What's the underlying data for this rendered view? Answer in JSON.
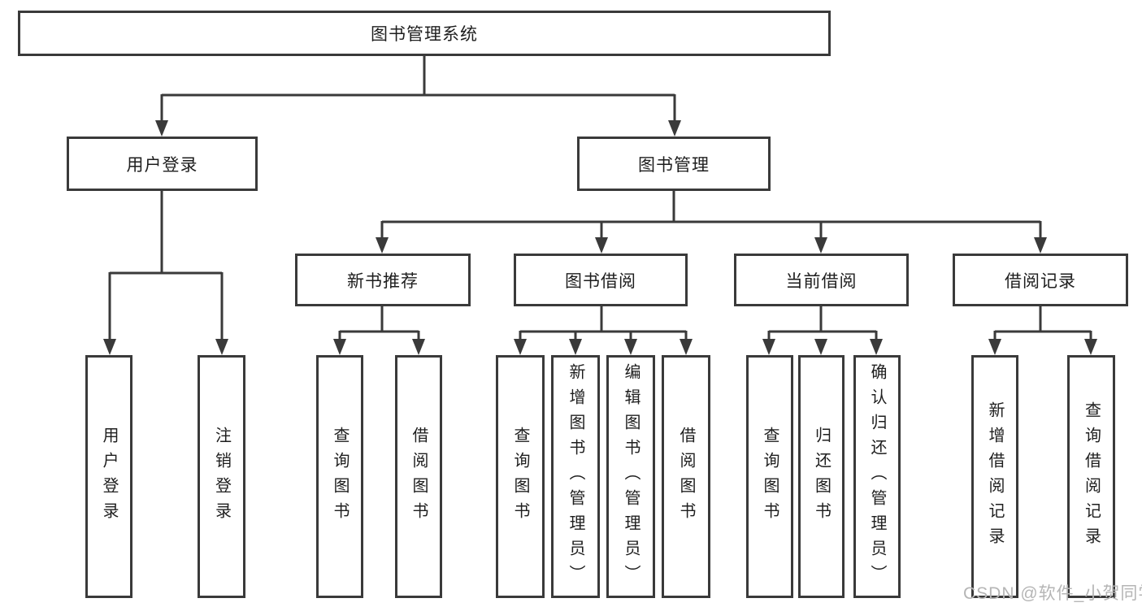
{
  "diagram": {
    "tree": {
      "root": {
        "label": "图书管理系统"
      },
      "children": [
        {
          "label": "用户登录",
          "children": [
            {
              "label": "用户登录"
            },
            {
              "label": "注销登录"
            }
          ]
        },
        {
          "label": "图书管理",
          "children": [
            {
              "label": "新书推荐",
              "children": [
                {
                  "label": "查询图书"
                },
                {
                  "label": "借阅图书"
                }
              ]
            },
            {
              "label": "图书借阅",
              "children": [
                {
                  "label": "查询图书"
                },
                {
                  "label": "新增图书（管理员）"
                },
                {
                  "label": "编辑图书（管理员）"
                },
                {
                  "label": "借阅图书"
                }
              ]
            },
            {
              "label": "当前借阅",
              "children": [
                {
                  "label": "查询图书"
                },
                {
                  "label": "归还图书"
                },
                {
                  "label": "确认归还（管理员）"
                }
              ]
            },
            {
              "label": "借阅记录",
              "children": [
                {
                  "label": "新增借阅记录"
                },
                {
                  "label": "查询借阅记录"
                }
              ]
            }
          ]
        }
      ]
    },
    "colors": {
      "line": "#3a3a3a",
      "text": "#1e1e1e",
      "watermark": "#b5b5b5"
    },
    "watermark": "CSDN @软件_小贺同学"
  }
}
